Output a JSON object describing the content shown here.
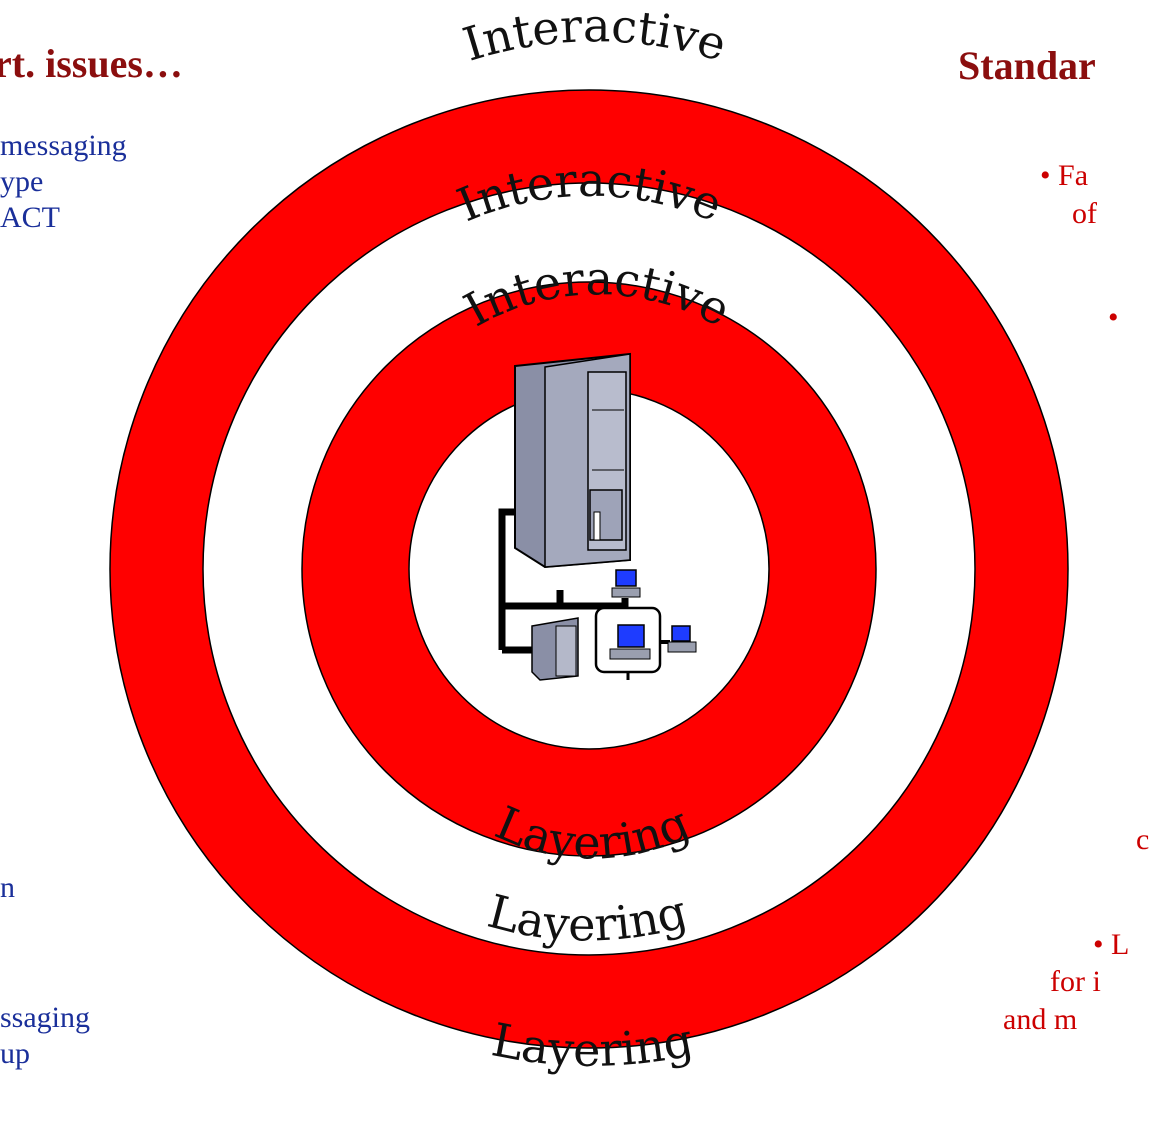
{
  "left_panel": {
    "heading": "rt. issues…",
    "lines": [
      "messaging",
      "ype",
      "ACT",
      "n",
      "ssaging",
      "up"
    ]
  },
  "right_panel": {
    "heading": "Standar",
    "lines": [
      "• Fa",
      "of",
      "•",
      "c",
      "• L",
      "for i",
      "and m"
    ]
  },
  "rings": {
    "outer_top": "Interactive",
    "middle_top": "Interactive",
    "inner_top": "Interactive",
    "inner_bottom": "Layering",
    "middle_bottom": "Layering",
    "outer_bottom": "Layering"
  },
  "colors": {
    "ring_red": "#ff0000",
    "ring_white": "#ffffff",
    "left_text": "#1a2f9a",
    "right_text": "#cc0000",
    "heading": "#8b0e0e"
  },
  "icons": {
    "center": "network-computers-icon"
  }
}
